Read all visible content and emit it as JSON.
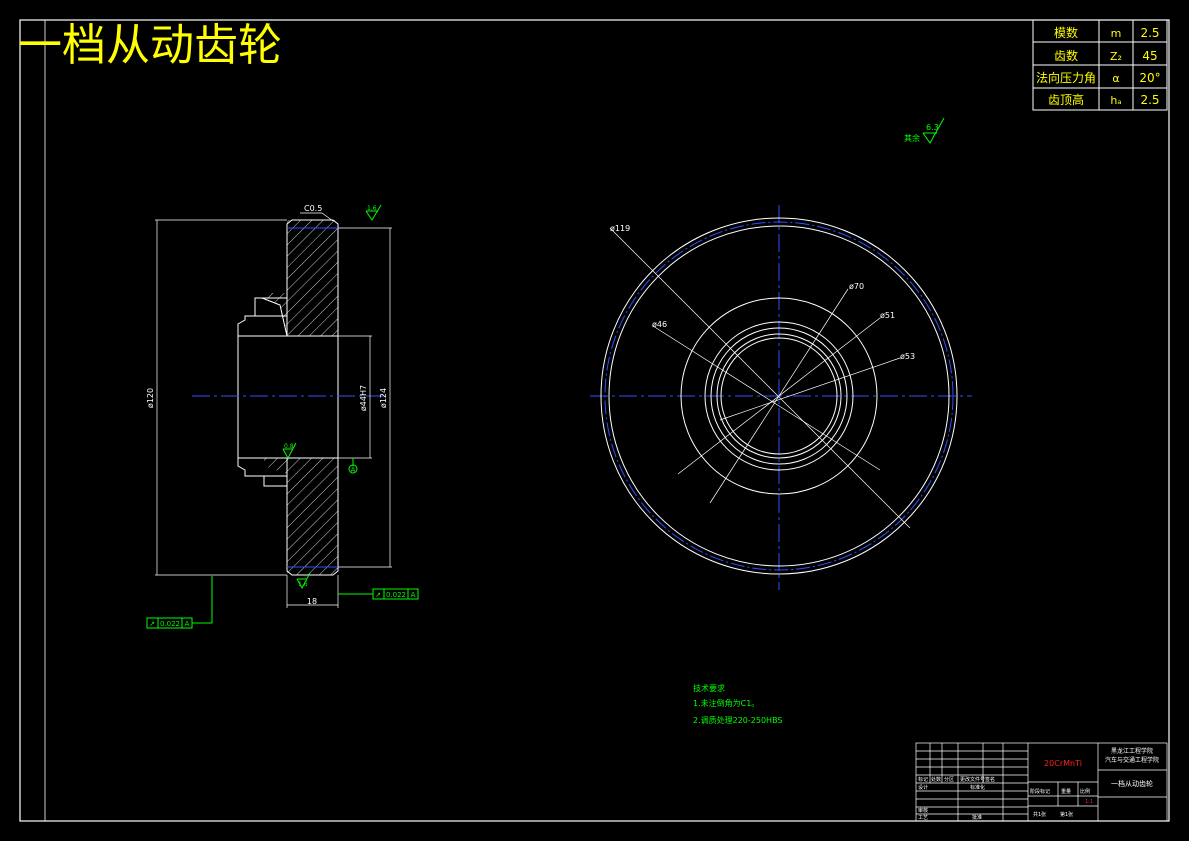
{
  "title": "一档从动齿轮",
  "params": [
    {
      "name": "模数",
      "symbol": "m",
      "value": "2.5"
    },
    {
      "name": "齿数",
      "symbol": "Z₂",
      "value": "45"
    },
    {
      "name": "法向压力角",
      "symbol": "α",
      "value": "20°"
    },
    {
      "name": "齿顶高",
      "symbol": "hₐ",
      "value": "2.5"
    }
  ],
  "surface_mark": {
    "label": "其余",
    "value": "6.3"
  },
  "section_view": {
    "chamfer": "C0.5",
    "rough_top": "1.6",
    "rough_bore": "0.8",
    "rough_bottom": "1.6",
    "dia_outer": "ø120",
    "dia_root": "ø124",
    "dia_bore": "ø44H7",
    "width": "18",
    "datum": "A",
    "tol_right": {
      "symbol": "↗",
      "value": "0.022",
      "datum": "A"
    },
    "tol_left": {
      "symbol": "↗",
      "value": "0.022",
      "datum": "A"
    }
  },
  "front_view": {
    "dia_119": "ø119",
    "dia_70": "ø70",
    "dia_46": "ø46",
    "dia_51": "ø51",
    "dia_53": "ø53"
  },
  "tech_req": {
    "title": "技术要求",
    "lines": [
      "1.未注倒角为C1。",
      "2.调质处理220-250HBS"
    ]
  },
  "title_block": {
    "material": "20CrMnTi",
    "school_1": "黑龙江工程学院",
    "school_2": "汽车与交通工程学院",
    "part_name": "一档从动齿轮",
    "rows": {
      "r_mark": "标记",
      "r_count": "处数",
      "r_zone": "分区",
      "r_docno": "更改文件号",
      "r_sign": "签名",
      "r_design": "设计",
      "r_std": "标准化",
      "r_stage": "阶段标记",
      "r_weight": "重量",
      "r_scale": "比例",
      "r_check": "审核",
      "r_craft": "工艺",
      "r_approve": "批准",
      "r_ratio": "1:1",
      "r_sheets": "共1张",
      "r_sheet": "第1张"
    }
  },
  "colors": {
    "frame": "#ffffff",
    "green": "#00ff00",
    "blue": "#3050ff",
    "yellow": "#ffff00",
    "red": "#ff2020"
  }
}
